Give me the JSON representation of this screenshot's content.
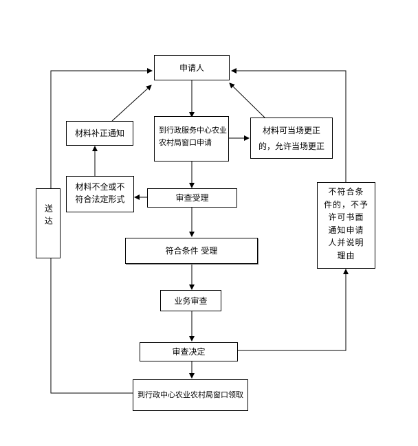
{
  "nodes": {
    "applicant": "申请人",
    "window": [
      "到行政服务中心农业",
      "农村局窗口申请"
    ],
    "supplement": "材料补正通知",
    "correct": [
      "材料可当场更正",
      "的，允许当场更正"
    ],
    "incomplete": [
      "材料不全或不",
      "符合法定形式"
    ],
    "review": "审查受理",
    "accept": "符合条件 受理",
    "business": "业务审查",
    "decision": "审查决定",
    "collect": "到行政中心农业农村局窗口领取",
    "deliver": "送达",
    "reject": [
      "不符合条",
      "件的，不予",
      "许可书面",
      "通知申请",
      "人并说明",
      "理由"
    ]
  }
}
